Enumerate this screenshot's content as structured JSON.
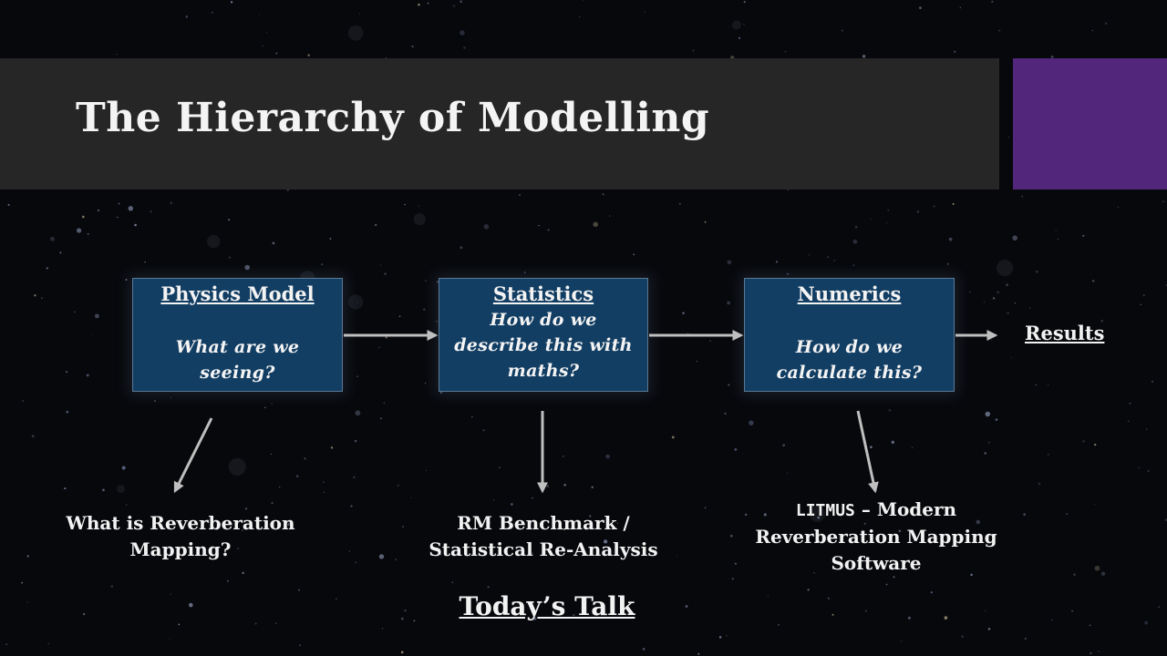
{
  "slide": {
    "title": "The Hierarchy of Modelling",
    "accent_color": "#52267a"
  },
  "flow": {
    "steps": [
      {
        "title": "Physics Model",
        "question": "What are we seeing?"
      },
      {
        "title": "Statistics",
        "question": "How do we describe this with maths?"
      },
      {
        "title": "Numerics",
        "question": "How do we calculate this?"
      }
    ],
    "result_label": "Results"
  },
  "talks": [
    {
      "text": "What is Reverberation Mapping?"
    },
    {
      "text": "RM Benchmark / Statistical Re-Analysis"
    },
    {
      "code": "LITMUS",
      "text": " – Modern Reverberation Mapping Software"
    }
  ],
  "footer": {
    "label": "Today’s Talk"
  }
}
